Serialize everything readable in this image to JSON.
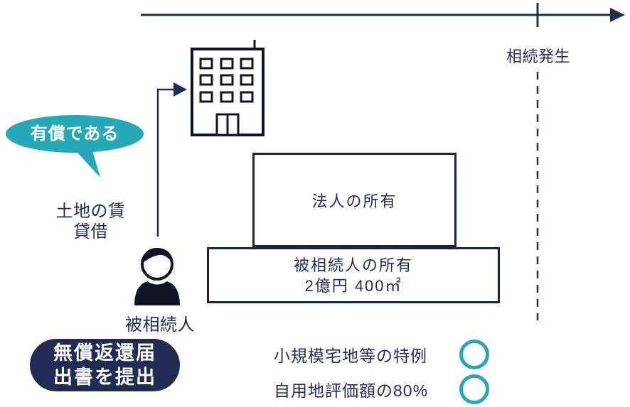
{
  "colors": {
    "navy_line": "#232d52",
    "navy_fill": "#222b54",
    "teal_accent": "#26a8b6",
    "icon_ink": "#101426",
    "background": "#ffffff"
  },
  "timeline": {
    "event_label": "相続発生"
  },
  "bubble": {
    "text": "有償である"
  },
  "lease": {
    "label_line1": "土地の賃",
    "label_line2": "貸借"
  },
  "decedent": {
    "label": "被相続人"
  },
  "notice_pill": {
    "line1": "無償返還届",
    "line2": "出書を提出"
  },
  "ownership": {
    "corporate_label": "法人の所有",
    "decedent_line1": "被相続人の所有",
    "decedent_line2": "2億円 400㎡"
  },
  "notes": [
    {
      "label": "小規模宅地等の特例",
      "mark": "circle"
    },
    {
      "label": "自用地評価額の80%",
      "mark": "circle"
    }
  ],
  "icons": {
    "building": "building-icon",
    "person": "person-icon",
    "arrow_right": "arrow-right-icon",
    "ok_circle": "ok-circle-icon"
  }
}
